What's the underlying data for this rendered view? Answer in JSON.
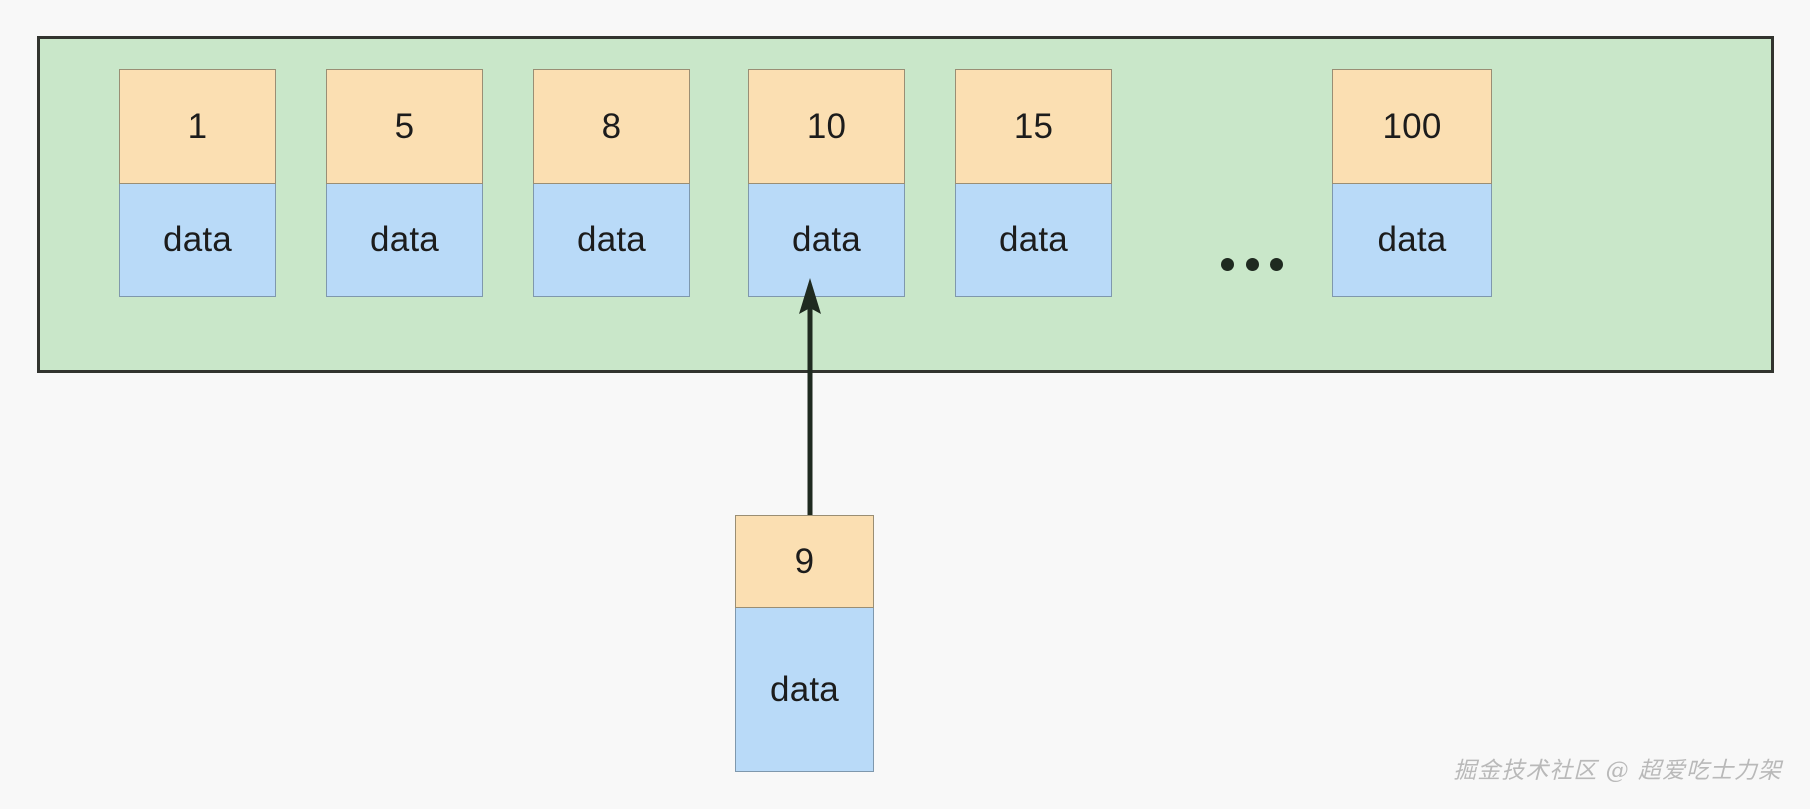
{
  "diagram": {
    "title": "hash-table-insert-diagram",
    "colors": {
      "background": "#f8f8f8",
      "container_fill": "#c9e7c9",
      "container_border": "#32342f",
      "key_cell_fill": "#fbdfb2",
      "key_cell_border": "#9a8e74",
      "data_cell_fill": "#b9daf8",
      "data_cell_border": "#7f98ad",
      "arrow": "#1f2a20",
      "text": "#1c1c1c",
      "watermark": "#b9b9b9"
    },
    "array": {
      "nodes": [
        {
          "key": "1",
          "value": "data"
        },
        {
          "key": "5",
          "value": "data"
        },
        {
          "key": "8",
          "value": "data"
        },
        {
          "key": "10",
          "value": "data"
        },
        {
          "key": "15",
          "value": "data"
        },
        {
          "key": "100",
          "value": "data"
        }
      ],
      "ellipsis": "..."
    },
    "inserted_node": {
      "key": "9",
      "value": "data"
    },
    "arrow": {
      "label": "",
      "from": "inserted-node",
      "to": "array-slot-after-8"
    },
    "watermark": "掘金技术社区 @ 超爱吃士力架"
  }
}
